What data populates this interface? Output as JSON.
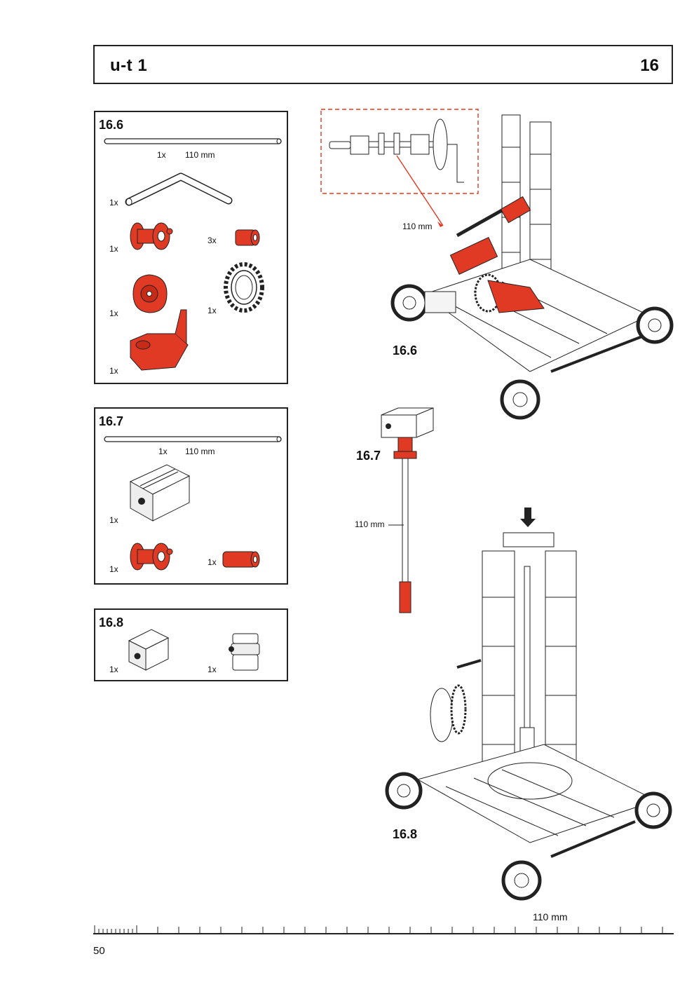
{
  "header": {
    "brand": "u-t 1",
    "page_number": "16"
  },
  "panels": [
    {
      "title": "16.6",
      "rod": {
        "qty": "1x",
        "length": "110 mm"
      },
      "items": [
        {
          "qty": "1x",
          "icon": "bent-rod-icon"
        },
        {
          "qty": "1x",
          "icon": "red-hub-icon"
        },
        {
          "qty": "3x",
          "icon": "red-bushing-icon"
        },
        {
          "qty": "1x",
          "icon": "red-cam-icon"
        },
        {
          "qty": "1x",
          "icon": "gear-wheel-icon"
        },
        {
          "qty": "1x",
          "icon": "red-crank-icon"
        }
      ]
    },
    {
      "title": "16.7",
      "rod": {
        "qty": "1x",
        "length": "110 mm"
      },
      "items": [
        {
          "qty": "1x",
          "icon": "building-block-icon"
        },
        {
          "qty": "1x",
          "icon": "red-hub-icon"
        },
        {
          "qty": "1x",
          "icon": "red-bushing-icon"
        }
      ]
    },
    {
      "title": "16.8",
      "items": [
        {
          "qty": "1x",
          "icon": "small-block-icon"
        },
        {
          "qty": "1x",
          "icon": "clip-block-icon"
        }
      ]
    }
  ],
  "illustrations": {
    "step_a": {
      "label": "16.6",
      "callout": "110 mm"
    },
    "step_b": {
      "label": "16.7",
      "callout": "110 mm"
    },
    "step_c": {
      "label": "16.8"
    }
  },
  "ruler": {
    "label": "110 mm"
  },
  "page_no": "50",
  "colors": {
    "accent_red": "#e03a24",
    "line": "#222222"
  }
}
